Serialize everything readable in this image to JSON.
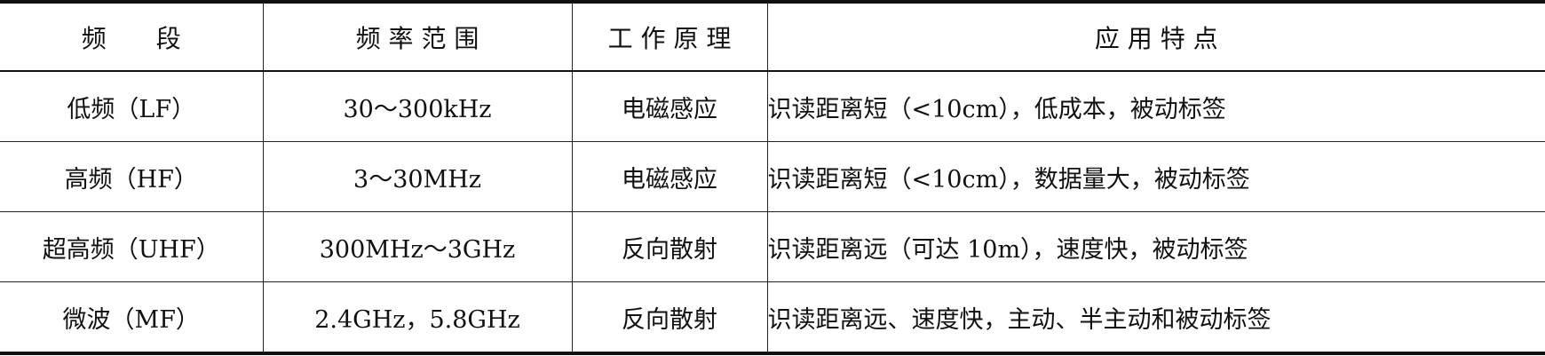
{
  "table": {
    "headers": [
      "频　　段",
      "频 率 范 围",
      "工 作 原 理",
      "应 用 特 点"
    ],
    "rows": [
      [
        "低频（LF）",
        "30～300kHz",
        "电磁感应",
        "识读距离短（<10cm），低成本，被动标签"
      ],
      [
        "高频（HF）",
        "3～30MHz",
        "电磁感应",
        "识读距离短（<10cm），数据量大，被动标签"
      ],
      [
        "超高频（UHF）",
        "300MHz～3GHz",
        "反向散射",
        "识读距离远（可达 10m），速度快，被动标签"
      ],
      [
        "微波（MF）",
        "2.4GHz，5.8GHz",
        "反向散射",
        "识读距离远、速度快，主动、半主动和被动标签"
      ]
    ]
  }
}
